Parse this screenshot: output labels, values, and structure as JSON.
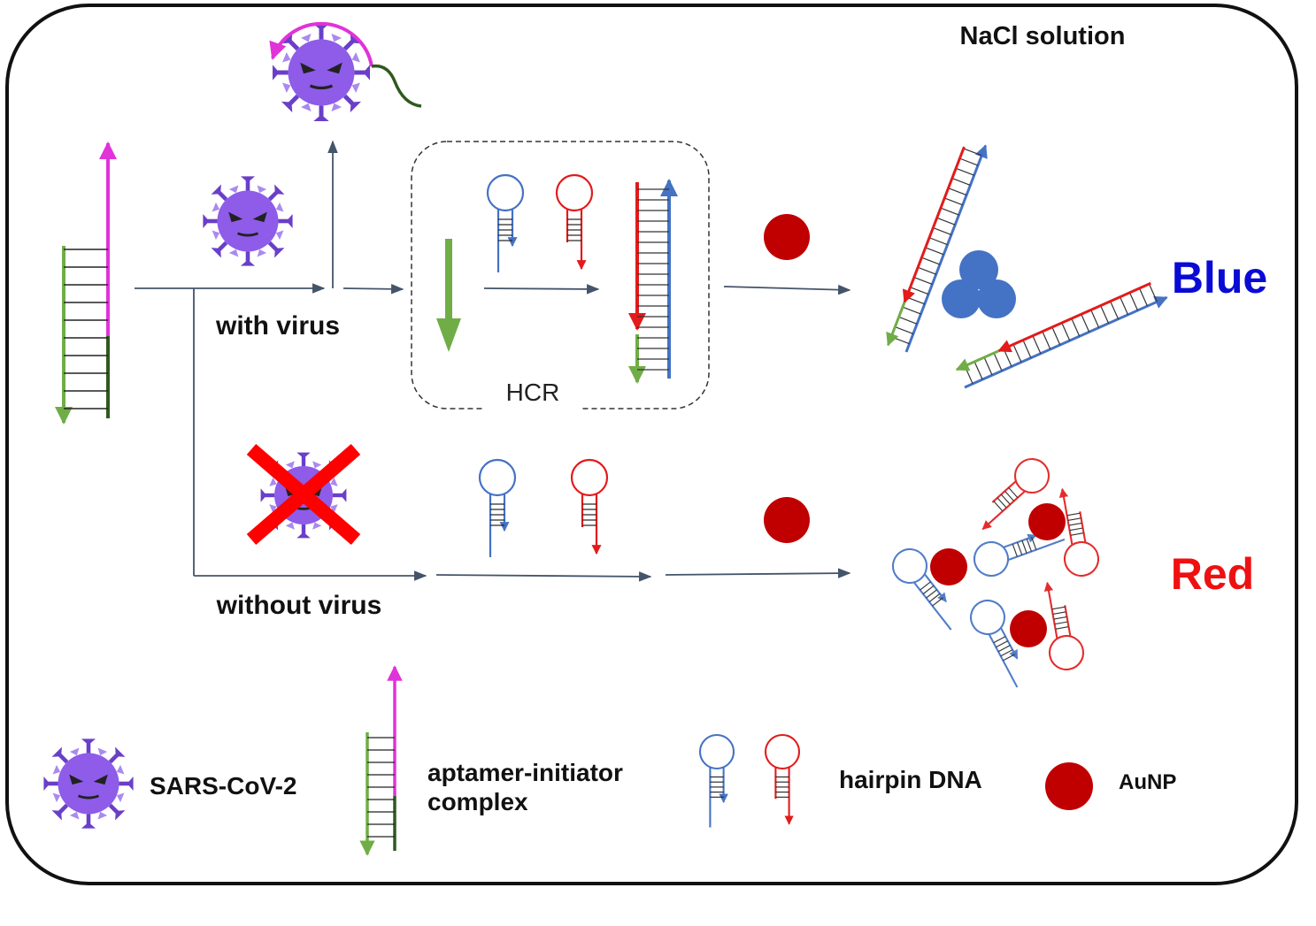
{
  "labels": {
    "solution": "NaCl solution",
    "with_virus": "with virus",
    "without_virus": "without virus",
    "hcr": "HCR",
    "blue": "Blue",
    "red": "Red"
  },
  "legend": {
    "virus": "SARS-CoV-2",
    "complex_line1": "aptamer-initiator",
    "complex_line2": "complex",
    "hairpin": "hairpin DNA",
    "aunp": "AuNP"
  },
  "colors": {
    "outline": "#111111",
    "arrow": "#44546a",
    "virus_fill": "#8e5ce8",
    "virus_spike": "#6a3fc8",
    "aptamer_pink": "#e033d8",
    "initiator_green": "#70ad47",
    "dark_green": "#2f5a1e",
    "hairpin_blue": "#4472c4",
    "hairpin_red": "#e21b1b",
    "aunp_red": "#c00000",
    "aggregate_blue": "#4472c4",
    "blue_text": "#0a0ad6",
    "red_text": "#ee1111",
    "cross_red": "#ff0000"
  }
}
